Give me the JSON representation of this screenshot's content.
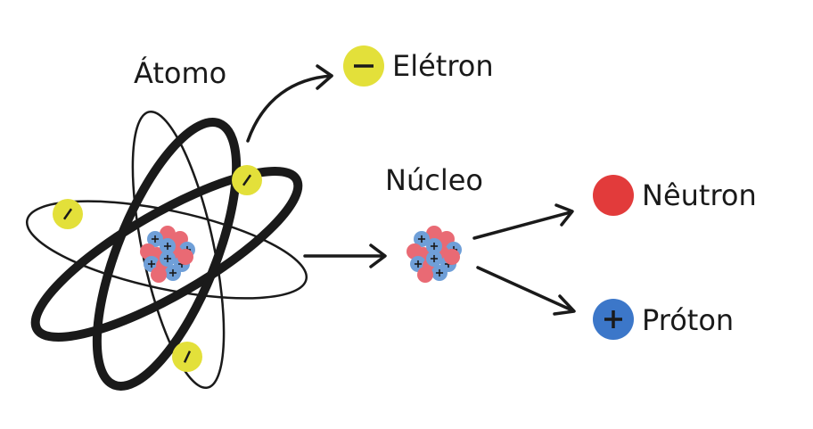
{
  "labels": {
    "atom": "Átomo",
    "electron": "Elétron",
    "nucleus": "Núcleo",
    "neutron": "Nêutron",
    "proton": "Próton"
  },
  "symbols": {
    "negative": "−",
    "positive": "+"
  },
  "colors": {
    "electron": "#e3e03a",
    "neutron": "#e23b3b",
    "neutron_soft": "#e96a74",
    "proton": "#3c77c9",
    "proton_soft": "#6f9fd8",
    "ink": "#1a1a1a"
  }
}
